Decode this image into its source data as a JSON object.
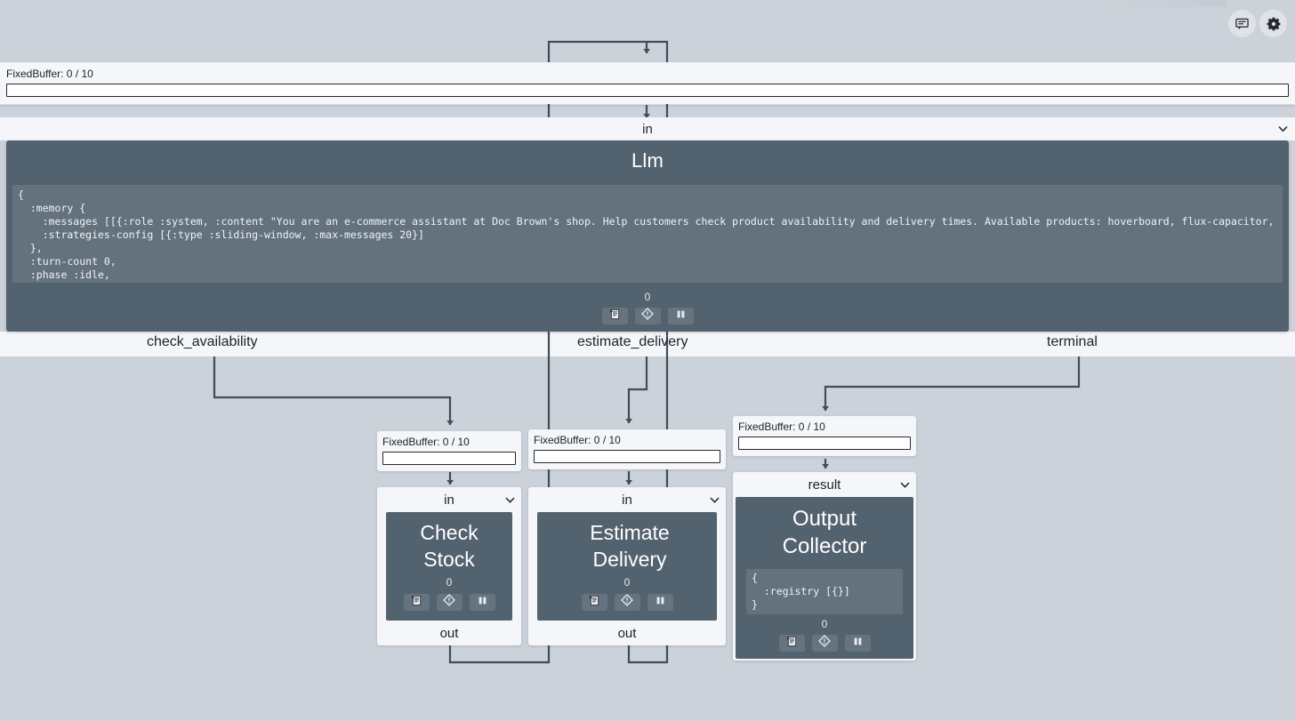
{
  "toolbar": {
    "chat_icon": "chat-icon",
    "gear_icon": "gear-icon"
  },
  "buffers": {
    "llm_in": {
      "label": "FixedBuffer: 0 / 10",
      "fill_percent": 0
    },
    "check": {
      "label": "FixedBuffer: 0 / 10",
      "fill_percent": 0
    },
    "estimate": {
      "label": "FixedBuffer: 0 / 10",
      "fill_percent": 0
    },
    "terminal": {
      "label": "FixedBuffer: 0 / 10",
      "fill_percent": 0
    }
  },
  "llm_node": {
    "in_port": "in",
    "title": "Llm",
    "count": "0",
    "code": "{\n  :memory {\n    :messages [[{:role :system, :content \"You are an e-commerce assistant at Doc Brown's shop. Help customers check product availability and delivery times. Available products: hoverboard, flux-capacitor,\n    :strategies-config [{:type :sliding-window, :max-messages 20}]\n  },\n  :turn-count 0,\n  :phase :idle,",
    "buttons": [
      {
        "name": "inspect-state-icon",
        "glyph": "script-icon"
      },
      {
        "name": "diagnostics-icon",
        "glyph": "diamond-alert-icon"
      },
      {
        "name": "pause-icon",
        "glyph": "pause-icon"
      }
    ]
  },
  "edge_labels": {
    "check_availability": "check_availability",
    "estimate_delivery": "estimate_delivery",
    "terminal": "terminal"
  },
  "nodes": [
    {
      "id": "check-stock",
      "in_port": "in",
      "title": "Check Stock",
      "title_lines": [
        "Check",
        "Stock"
      ],
      "count": "0",
      "out_port": "out",
      "buttons": [
        {
          "name": "inspect-state-icon",
          "glyph": "script-icon"
        },
        {
          "name": "diagnostics-icon",
          "glyph": "diamond-alert-icon"
        },
        {
          "name": "pause-icon",
          "glyph": "pause-icon"
        }
      ]
    },
    {
      "id": "estimate-delivery",
      "in_port": "in",
      "title": "Estimate Delivery",
      "title_lines": [
        "Estimate",
        "Delivery"
      ],
      "count": "0",
      "out_port": "out",
      "buttons": [
        {
          "name": "inspect-state-icon",
          "glyph": "script-icon"
        },
        {
          "name": "diagnostics-icon",
          "glyph": "diamond-alert-icon"
        },
        {
          "name": "pause-icon",
          "glyph": "pause-icon"
        }
      ]
    },
    {
      "id": "output-collector",
      "in_port": "result",
      "title": "Output Collector",
      "title_lines": [
        "Output",
        "Collector"
      ],
      "count": "0",
      "code": "{\n  :registry [{}]\n}",
      "buttons": [
        {
          "name": "inspect-state-icon",
          "glyph": "script-icon"
        },
        {
          "name": "diagnostics-icon",
          "glyph": "diamond-alert-icon"
        },
        {
          "name": "pause-icon",
          "glyph": "pause-icon"
        }
      ]
    }
  ],
  "colors": {
    "canvas": "#ccd2d9",
    "panel": "#f4f6f9",
    "node_body": "#53626f",
    "code_bg": "#64727e",
    "wire": "#3f4d5a",
    "text": "#1d2329"
  }
}
